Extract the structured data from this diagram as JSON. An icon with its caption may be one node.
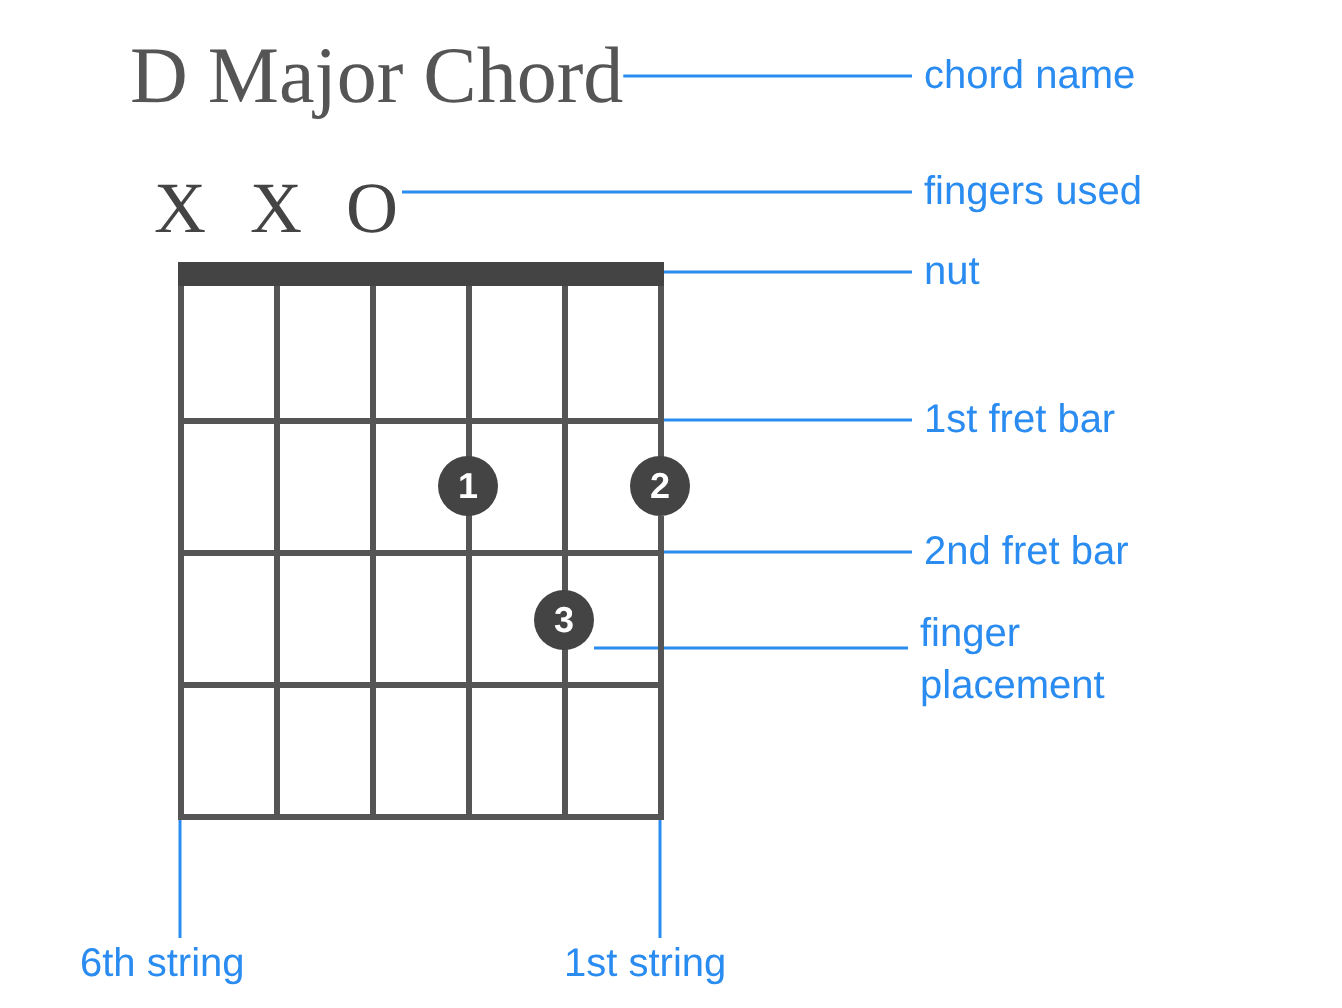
{
  "diagram": {
    "nodes": [
      {
        "text": [
          "D Major Chord"
        ]
      },
      {
        "text": [
          "chord name"
        ]
      },
      {
        "text": [
          "X"
        ]
      },
      {
        "text": [
          "X"
        ]
      },
      {
        "text": [
          "O"
        ]
      },
      {
        "text": [
          "fingers used"
        ]
      },
      {
        "text": [],
        "shape": "bar"
      },
      {
        "text": [
          "nut"
        ]
      },
      {
        "text": [],
        "shape": "line"
      },
      {
        "text": [
          "1st fret bar"
        ]
      },
      {
        "text": [],
        "shape": "line"
      },
      {
        "text": [
          "2nd fret bar"
        ]
      },
      {
        "text": [
          "1"
        ]
      },
      {
        "text": [
          "2"
        ]
      },
      {
        "text": [
          "3"
        ]
      },
      {
        "text": [
          "finger placement"
        ]
      },
      {
        "text": [],
        "shape": "line"
      },
      {
        "text": [
          "6th string"
        ]
      },
      {
        "text": [],
        "shape": "line"
      },
      {
        "text": [
          "1st string"
        ]
      }
    ],
    "edges": [
      {
        "from": 1,
        "to": 0,
        "arrow": "none"
      },
      {
        "from": 5,
        "to": 4,
        "arrow": "none"
      },
      {
        "from": 7,
        "to": 6,
        "arrow": "none"
      },
      {
        "from": 9,
        "to": 8,
        "arrow": "none"
      },
      {
        "from": 11,
        "to": 10,
        "arrow": "none"
      },
      {
        "from": 15,
        "to": 14,
        "arrow": "none"
      },
      {
        "from": 17,
        "to": 16,
        "arrow": "none"
      },
      {
        "from": 19,
        "to": 18,
        "arrow": "none"
      }
    ]
  }
}
